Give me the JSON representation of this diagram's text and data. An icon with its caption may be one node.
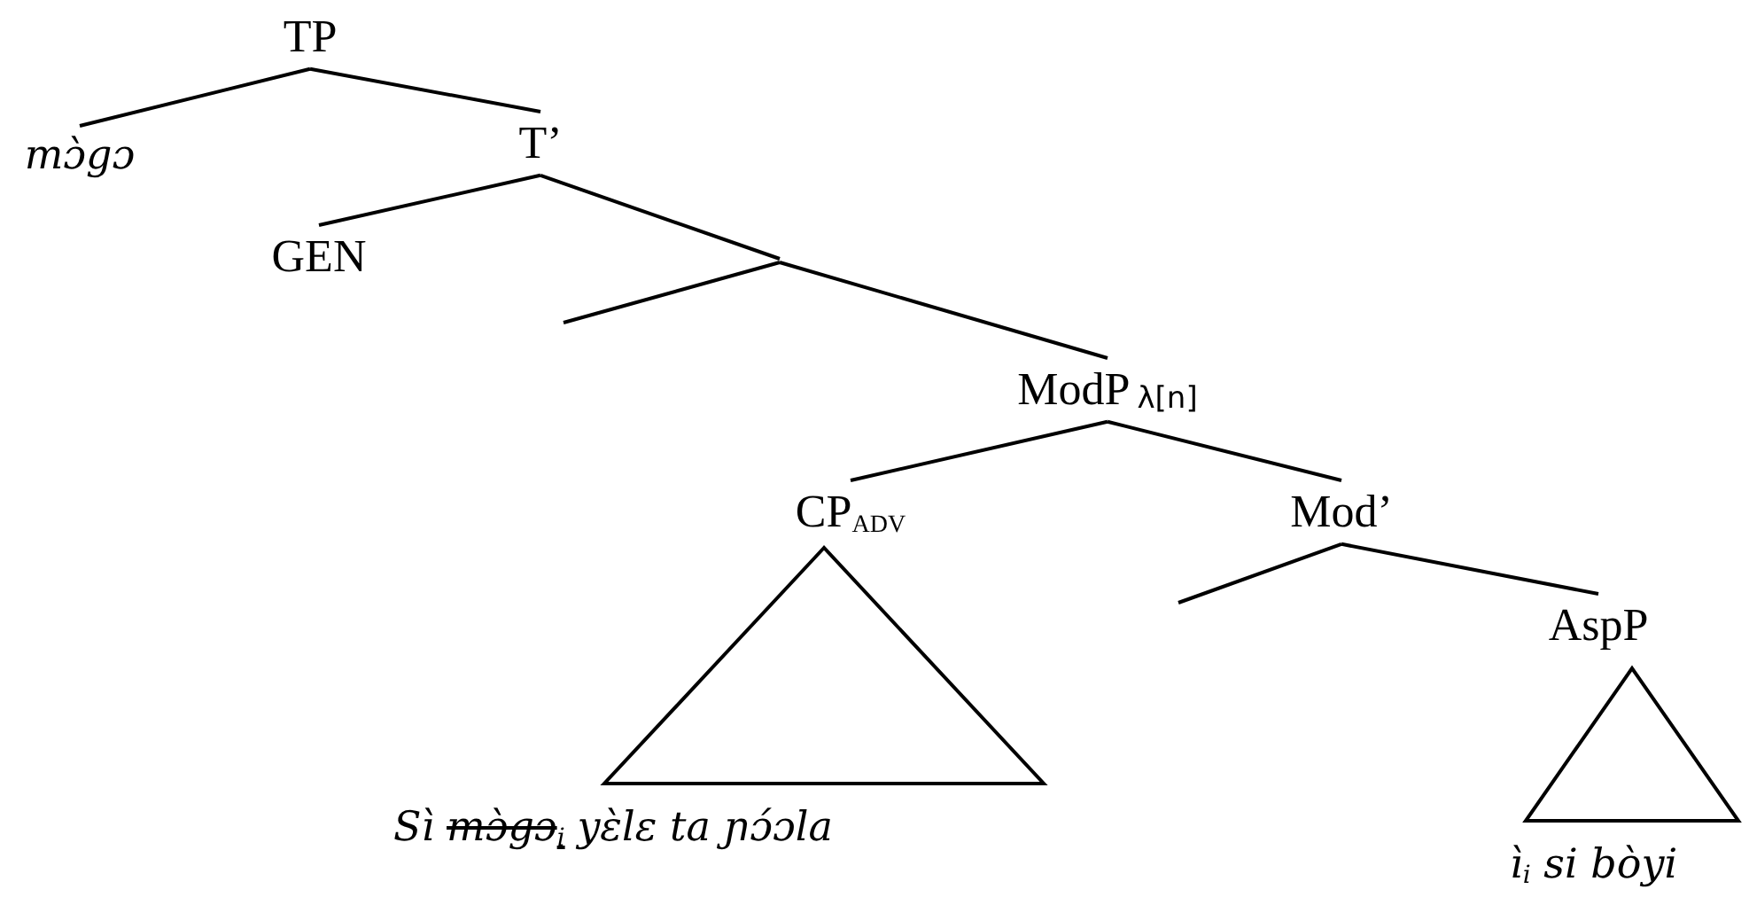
{
  "diagram": {
    "nodes": [
      {
        "text": [
          "TP"
        ]
      },
      {
        "text": [
          "mɔ̀gɔ"
        ]
      },
      {
        "text": [
          "T’"
        ]
      },
      {
        "text": [
          "GEN"
        ]
      },
      {
        "text": [
          "ModP$_{λ[n]}$"
        ]
      },
      {
        "text": [
          "CP$_{ADV}$"
        ]
      },
      {
        "text": [
          "Sì",
          "mɔ̀gɔ$_{i}$",
          "yɛ̀lɛ ta ɲɔ́ɔla"
        ]
      },
      {
        "text": [
          "Mod’"
        ]
      },
      {
        "text": [
          "AspP"
        ]
      },
      {
        "text": [
          "ì$_{i}$ si bòyi"
        ]
      }
    ],
    "edges": [
      {
        "from": 0,
        "to": 1,
        "arrow": "none"
      },
      {
        "from": 0,
        "to": 2,
        "arrow": "none"
      },
      {
        "from": 2,
        "to": 3,
        "arrow": "none"
      },
      {
        "from": 2,
        "to": null,
        "arrow": "none"
      },
      {
        "from": null,
        "to": 4,
        "arrow": "none"
      },
      {
        "from": 4,
        "to": 5,
        "arrow": "none"
      },
      {
        "from": 4,
        "to": 7,
        "arrow": "none"
      },
      {
        "from": 7,
        "to": null,
        "arrow": "none"
      },
      {
        "from": 7,
        "to": 8,
        "arrow": "none"
      }
    ]
  }
}
